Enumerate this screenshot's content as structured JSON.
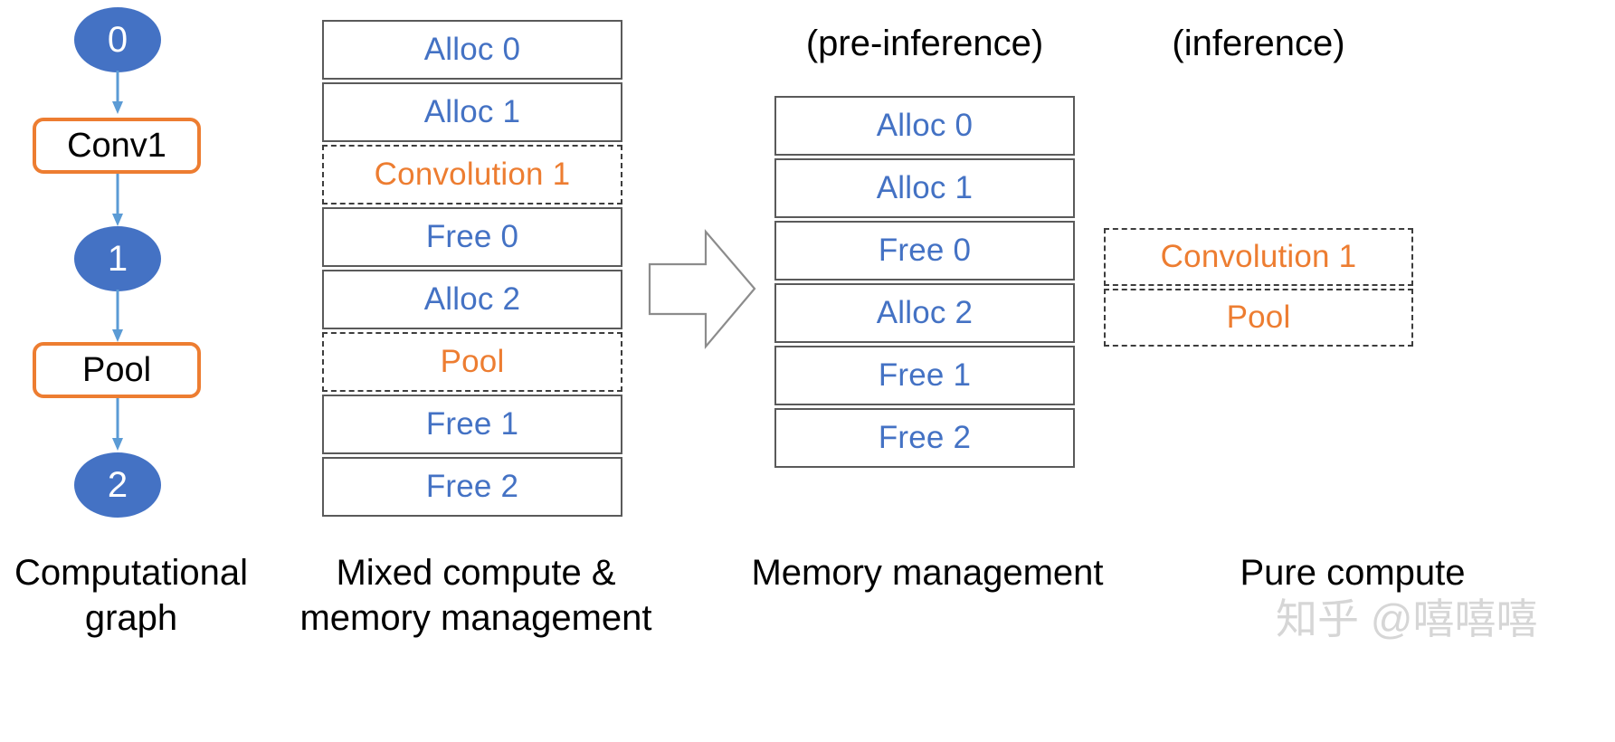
{
  "graph": {
    "nodes": [
      {
        "label": "0",
        "type": "tensor"
      },
      {
        "label": "Conv1",
        "type": "op"
      },
      {
        "label": "1",
        "type": "tensor"
      },
      {
        "label": "Pool",
        "type": "op"
      },
      {
        "label": "2",
        "type": "tensor"
      }
    ],
    "edge_icon": "down-arrow-icon"
  },
  "mixed_column": {
    "steps": [
      {
        "label": "Alloc 0",
        "kind": "memory"
      },
      {
        "label": "Alloc 1",
        "kind": "memory"
      },
      {
        "label": "Convolution 1",
        "kind": "compute"
      },
      {
        "label": "Free 0",
        "kind": "memory"
      },
      {
        "label": "Alloc 2",
        "kind": "memory"
      },
      {
        "label": "Pool",
        "kind": "compute"
      },
      {
        "label": "Free 1",
        "kind": "memory"
      },
      {
        "label": "Free 2",
        "kind": "memory"
      }
    ]
  },
  "pre_inference_column": {
    "heading": "(pre-inference)",
    "steps": [
      {
        "label": "Alloc 0",
        "kind": "memory"
      },
      {
        "label": "Alloc 1",
        "kind": "memory"
      },
      {
        "label": "Free 0",
        "kind": "memory"
      },
      {
        "label": "Alloc 2",
        "kind": "memory"
      },
      {
        "label": "Free 1",
        "kind": "memory"
      },
      {
        "label": "Free 2",
        "kind": "memory"
      }
    ]
  },
  "inference_column": {
    "heading": "(inference)",
    "steps": [
      {
        "label": "Convolution 1",
        "kind": "compute"
      },
      {
        "label": "Pool",
        "kind": "compute"
      }
    ]
  },
  "transform": {
    "icon": "right-block-arrow-icon"
  },
  "captions": {
    "graph": "Computational\ngraph",
    "mixed": "Mixed compute &\nmemory management",
    "memory": "Memory management",
    "pure": "Pure compute"
  },
  "watermark": {
    "text": "知乎 @嘻嘻嘻"
  },
  "colors": {
    "tensor_fill": "#4472C4",
    "op_border": "#ED7D31",
    "memory_text": "#4472C4",
    "compute_text": "#ED7D31",
    "box_border": "#5A5A5A",
    "edge": "#5B9BD5"
  }
}
